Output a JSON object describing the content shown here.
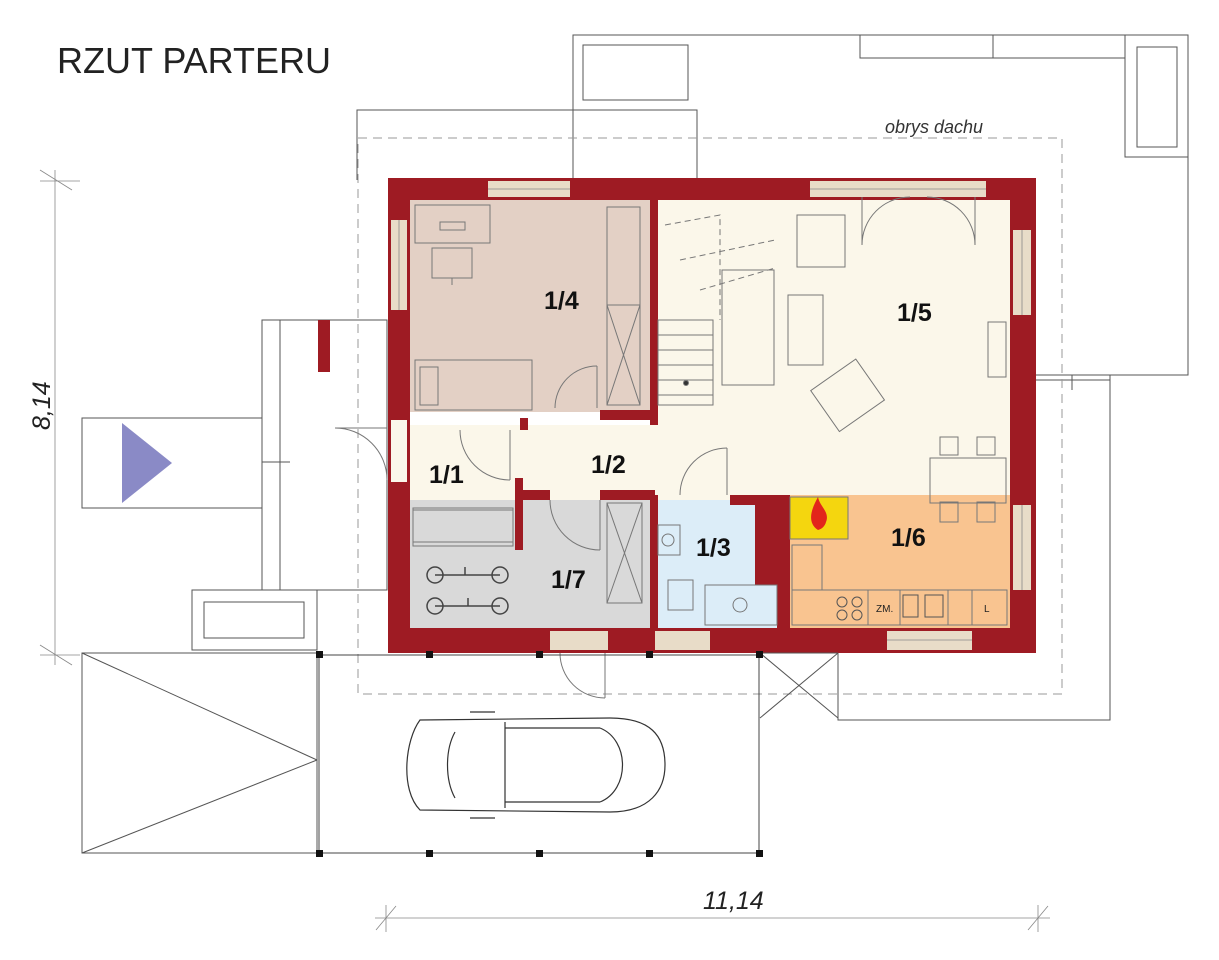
{
  "title": "RZUT PARTERU",
  "roof_outline_label": "obrys dachu",
  "dimensions": {
    "vertical": "8,14",
    "horizontal": "11,14"
  },
  "rooms": [
    {
      "id": "1/1",
      "label": "1/1",
      "color": "#fbf7ea"
    },
    {
      "id": "1/2",
      "label": "1/2",
      "color": "#fbf7ea"
    },
    {
      "id": "1/3",
      "label": "1/3",
      "color": "#dcedf8"
    },
    {
      "id": "1/4",
      "label": "1/4",
      "color": "#e3d0c5"
    },
    {
      "id": "1/5",
      "label": "1/5",
      "color": "#fbf7ea"
    },
    {
      "id": "1/6",
      "label": "1/6",
      "color": "#f9c490"
    },
    {
      "id": "1/7",
      "label": "1/7",
      "color": "#d9d9d9"
    }
  ],
  "kitchen_labels": {
    "fridge": "ZM.",
    "cabinet": "L"
  },
  "icons": {
    "entrance": "entrance-arrow-icon",
    "fireplace": "fireplace-flame-icon",
    "car": "car-icon",
    "bicycles": "bicycle-icon"
  },
  "colors": {
    "wall": "#9e1b23",
    "entrance_arrow": "#8a8ac6",
    "fireplace": "#f4d60f",
    "flame": "#e2261b"
  }
}
